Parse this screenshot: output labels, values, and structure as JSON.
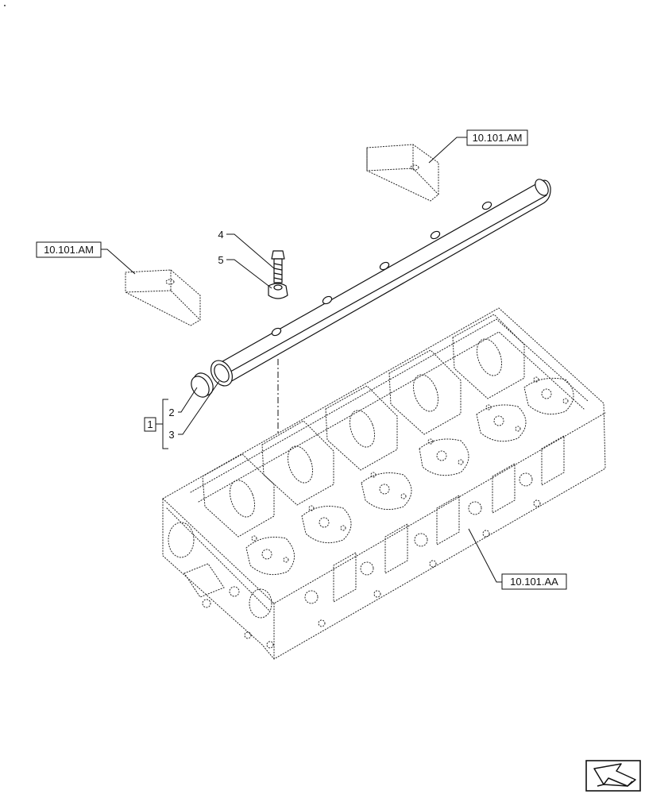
{
  "callouts": {
    "ref_top_right": "10.101.AM",
    "ref_top_left": "10.101.AM",
    "ref_block": "10.101.AA",
    "item_1": "1",
    "item_2": "2",
    "item_3": "3",
    "item_4": "4",
    "item_5": "5"
  },
  "icons": {
    "corner_mark": "small-dot",
    "nav": "next-page-arrow-icon"
  }
}
